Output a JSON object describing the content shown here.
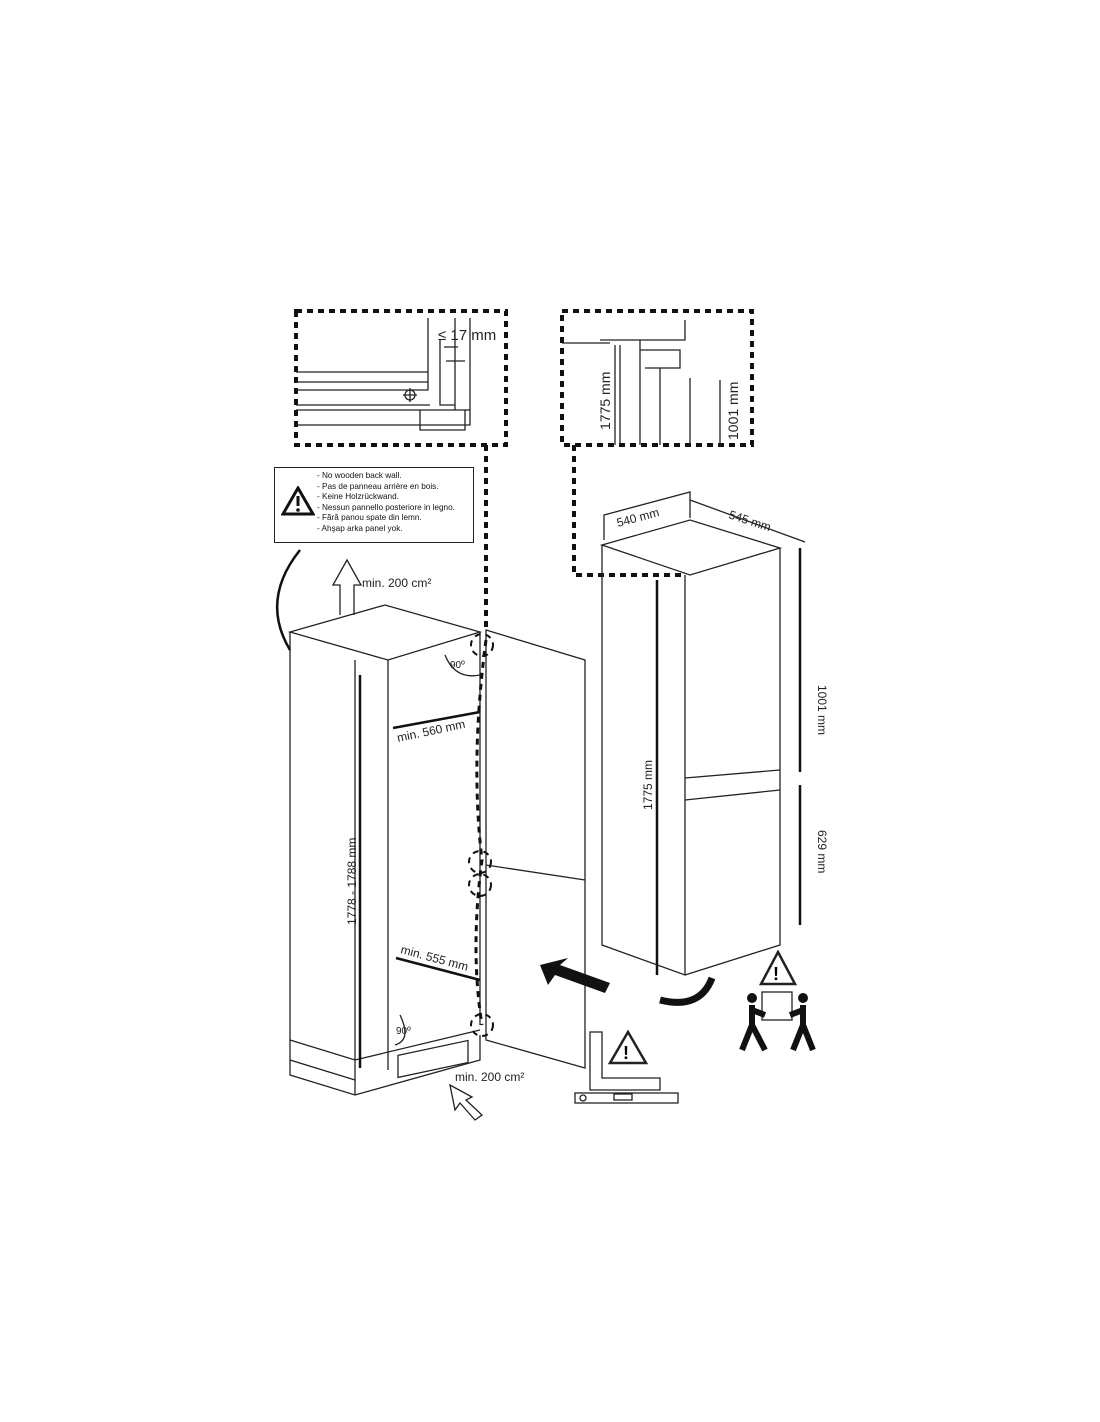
{
  "detail_left": {
    "gap_label": "≤ 17 mm"
  },
  "detail_right": {
    "height_total": "1775 mm",
    "height_hinge": "1001 mm"
  },
  "warning": {
    "icon": "warning-triangle-icon",
    "lines": [
      "- No wooden back wall.",
      "- Pas de panneau arrière en bois.",
      "- Keine Holzrückwand.",
      "- Nessun pannello posteriore in legno.",
      "- Fără panou spate din lemn.",
      "- Ahşap arka panel yok."
    ]
  },
  "cabinet": {
    "vent_top": "min. 200 cm²",
    "vent_bottom": "min. 200 cm²",
    "angle_top": "90º",
    "angle_bottom": "90º",
    "width_top": "min. 560 mm",
    "width_bottom": "min. 555 mm",
    "height": "1778 - 1788 mm"
  },
  "appliance": {
    "width": "540 mm",
    "depth": "545 mm",
    "height": "1775 mm",
    "upper_door": "1001 mm",
    "lower_door": "629 mm"
  }
}
